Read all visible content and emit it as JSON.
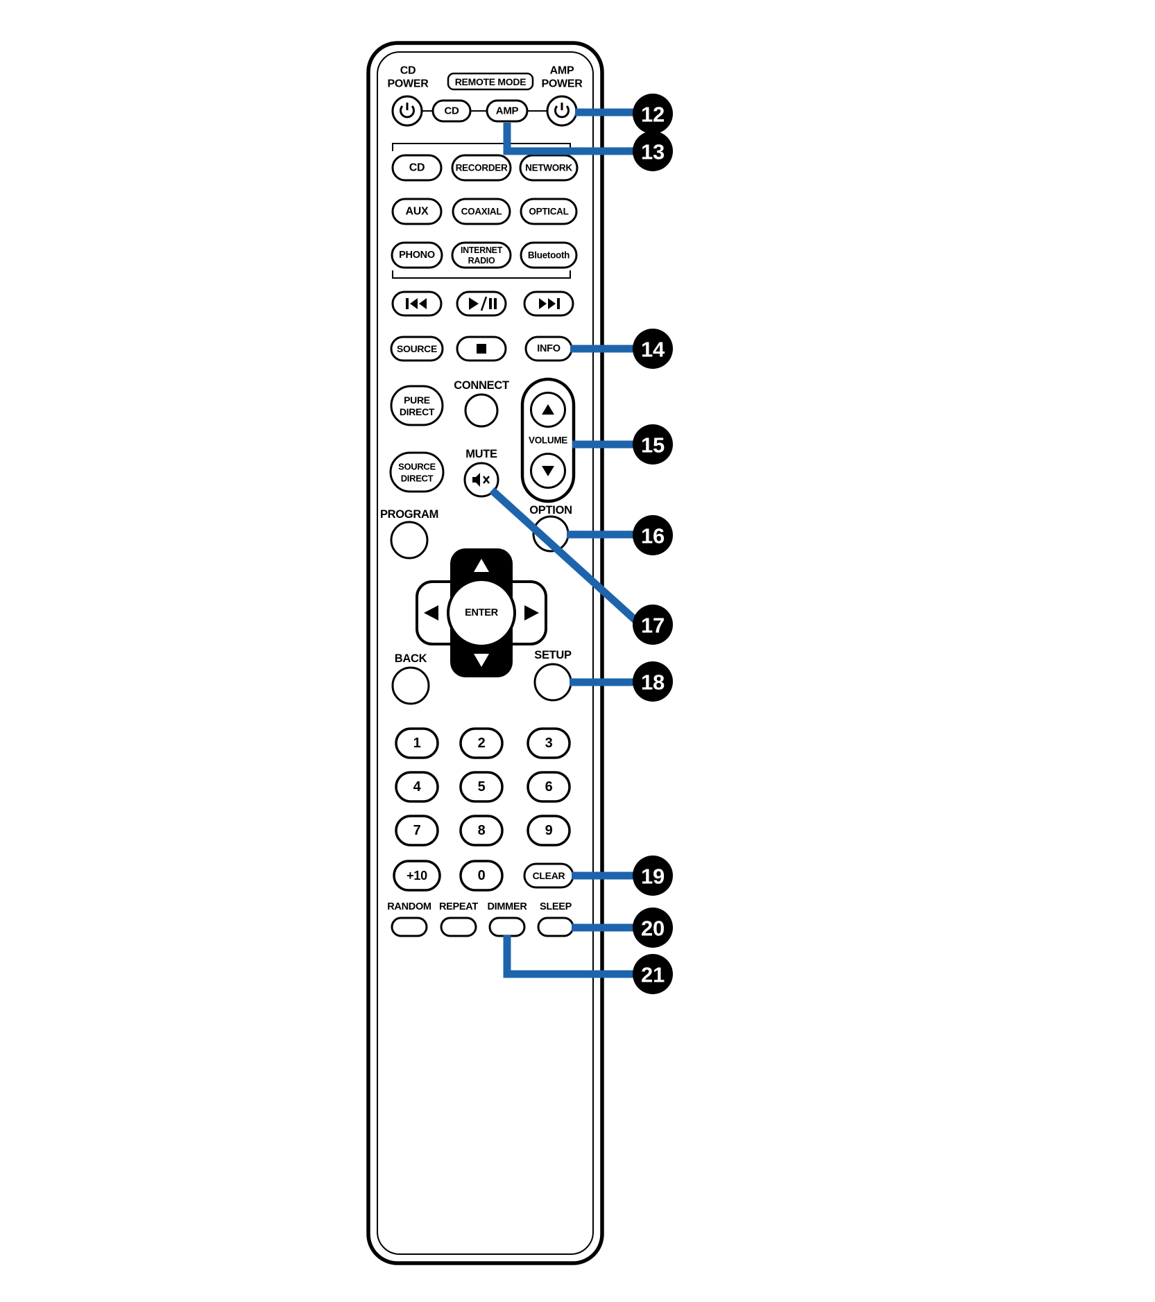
{
  "colors": {
    "callout_line": "#1d64ad",
    "outline": "#000000",
    "button_fill": "#ffffff",
    "callout_fill": "#000000",
    "callout_text": "#ffffff"
  },
  "power_section": {
    "cd_power_line1": "CD",
    "cd_power_line2": "POWER",
    "remote_mode": "REMOTE MODE",
    "amp_power_line1": "AMP",
    "amp_power_line2": "POWER",
    "cd_button": "CD",
    "amp_button": "AMP"
  },
  "source_buttons": {
    "cd": "CD",
    "recorder": "RECORDER",
    "network": "NETWORK",
    "aux": "AUX",
    "coaxial": "COAXIAL",
    "optical": "OPTICAL",
    "phono": "PHONO",
    "internet_radio_line1": "INTERNET",
    "internet_radio_line2": "RADIO",
    "bluetooth": "Bluetooth"
  },
  "playback": {
    "source": "SOURCE",
    "info": "INFO"
  },
  "center": {
    "connect": "CONNECT",
    "pure_direct_line1": "PURE",
    "pure_direct_line2": "DIRECT",
    "volume": "VOLUME",
    "source_direct_line1": "SOURCE",
    "source_direct_line2": "DIRECT",
    "mute": "MUTE",
    "program": "PROGRAM",
    "option": "OPTION",
    "enter": "ENTER",
    "back": "BACK",
    "setup": "SETUP"
  },
  "numpad": {
    "n1": "1",
    "n2": "2",
    "n3": "3",
    "n4": "4",
    "n5": "5",
    "n6": "6",
    "n7": "7",
    "n8": "8",
    "n9": "9",
    "plus10": "+10",
    "n0": "0",
    "clear": "CLEAR"
  },
  "bottom": {
    "random": "RANDOM",
    "repeat": "REPEAT",
    "dimmer": "DIMMER",
    "sleep": "SLEEP"
  },
  "callouts": {
    "c12": "12",
    "c13": "13",
    "c14": "14",
    "c15": "15",
    "c16": "16",
    "c17": "17",
    "c18": "18",
    "c19": "19",
    "c20": "20",
    "c21": "21"
  }
}
